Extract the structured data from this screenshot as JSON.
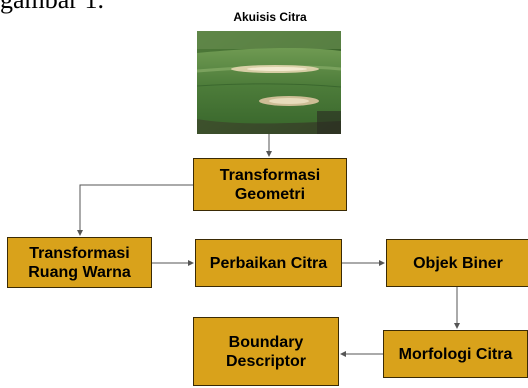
{
  "caption_fragment": "gambar 1.",
  "diagram": {
    "title": "Akuisis Citra",
    "image_description_icon": "corn-leaf-photo",
    "box_color": "#d9a21b",
    "boxes": {
      "transformasi_geometri": "Transformasi\nGeometri",
      "transformasi_ruang_warna": "Transformasi\nRuang Warna",
      "perbaikan_citra": "Perbaikan Citra",
      "objek_biner": "Objek Biner",
      "boundary_descriptor": "Boundary\nDescriptor",
      "morfologi_citra": "Morfologi Citra"
    }
  }
}
